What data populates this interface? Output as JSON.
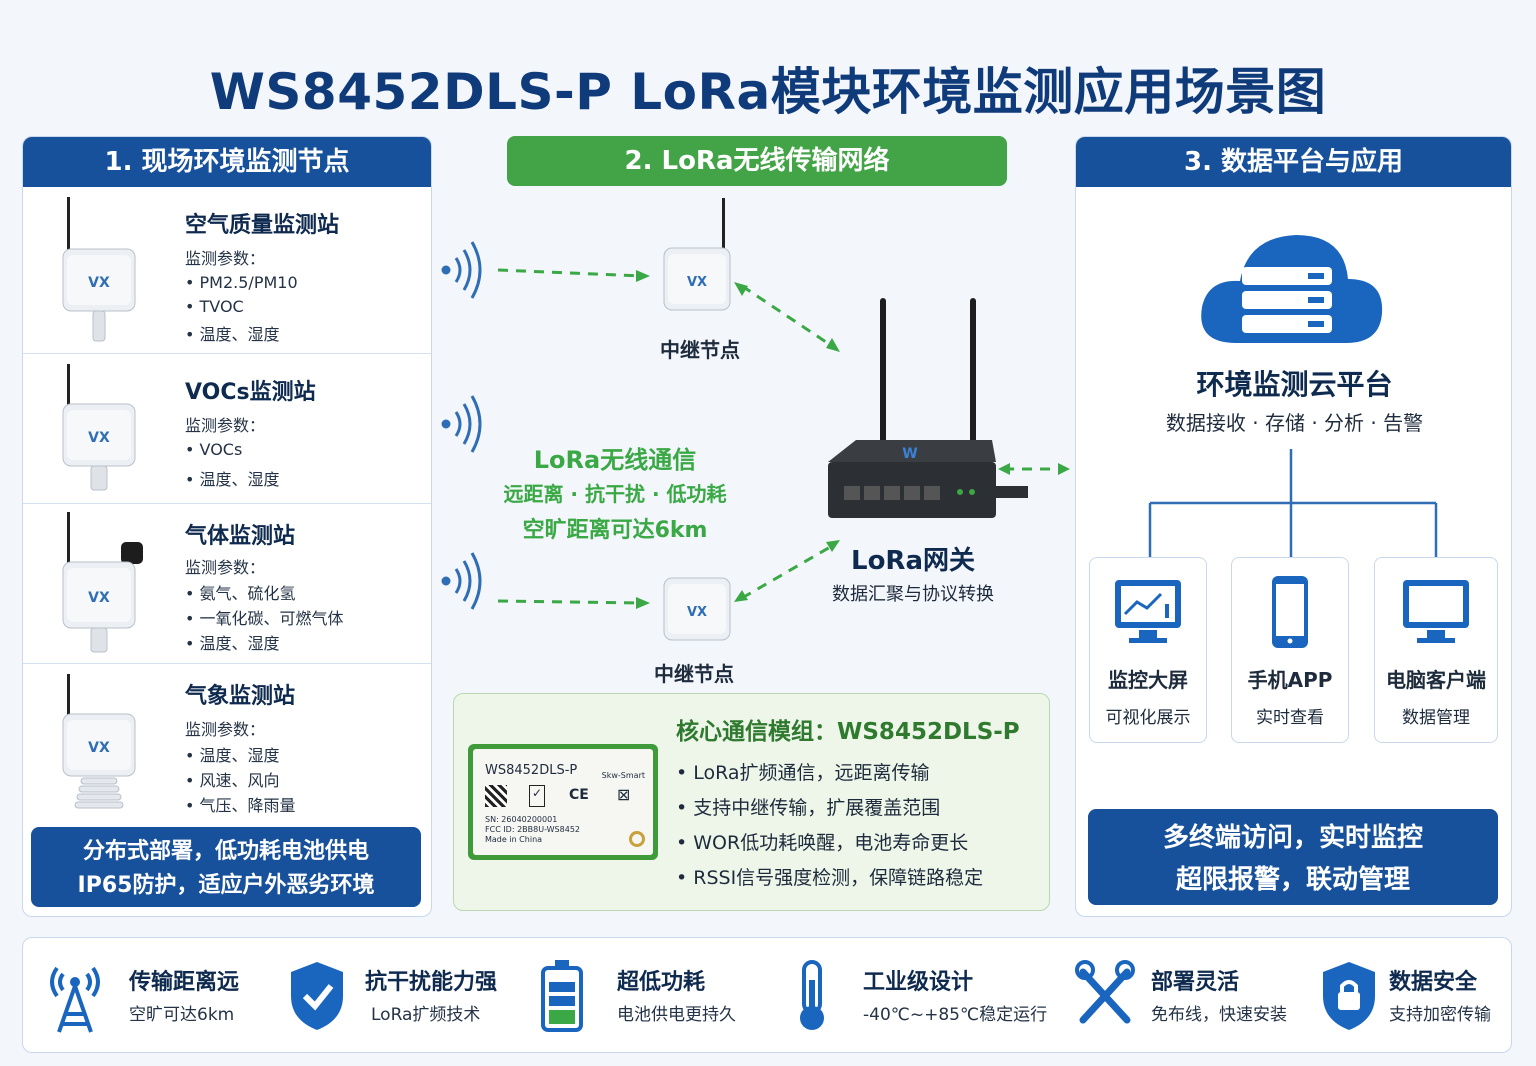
{
  "title": "WS8452DLS-P LoRa模块环境监测应用场景图",
  "colors": {
    "primary_blue": "#17509b",
    "green": "#43a447",
    "title_blue": "#0f3b7a"
  },
  "left": {
    "header": "1. 现场环境监测节点",
    "stations": [
      {
        "title": "空气质量监测站",
        "sub": "监测参数：",
        "items": [
          "• PM2.5/PM10",
          "• TVOC",
          "• 温度、湿度"
        ]
      },
      {
        "title": "VOCs监测站",
        "sub": "监测参数：",
        "items": [
          "• VOCs",
          "• 温度、湿度"
        ]
      },
      {
        "title": "气体监测站",
        "sub": "监测参数：",
        "items": [
          "• 氨气、硫化氢",
          "• 一氧化碳、可燃气体",
          "• 温度、湿度"
        ]
      },
      {
        "title": "气象监测站",
        "sub": "监测参数：",
        "items": [
          "• 温度、湿度",
          "• 风速、风向",
          "• 气压、降雨量"
        ]
      }
    ],
    "banner_line1": "分布式部署，低功耗电池供电",
    "banner_line2": "IP65防护，适应户外恶劣环境"
  },
  "center": {
    "header": "2. LoRa无线传输网络",
    "relay_top_label": "中继节点",
    "relay_bottom_label": "中继节点",
    "wireless_title": "LoRa无线通信",
    "wireless_line1": "远距离 · 抗干扰 · 低功耗",
    "wireless_line2": "空旷距离可达6km",
    "gateway_title": "LoRa网关",
    "gateway_sub": "数据汇聚与协议转换",
    "module": {
      "title": "核心通信模组：WS8452DLS-P",
      "chip_model": "WS8452DLS-P",
      "chip_brand": "Skw-Smart",
      "chip_sn": "SN: 26040200001",
      "chip_fcc": "FCC ID: 2BB8U-WS8452",
      "chip_origin": "Made in China",
      "features": [
        "• LoRa扩频通信，远距离传输",
        "• 支持中继传输，扩展覆盖范围",
        "• WOR低功耗唤醒，电池寿命更长",
        "• RSSI信号强度检测，保障链路稳定"
      ]
    }
  },
  "right": {
    "header": "3. 数据平台与应用",
    "cloud_title": "环境监测云平台",
    "cloud_sub": "数据接收 · 存储 · 分析 · 告警",
    "terminals": [
      {
        "title": "监控大屏",
        "sub": "可视化展示",
        "icon": "monitor-chart-icon"
      },
      {
        "title": "手机APP",
        "sub": "实时查看",
        "icon": "phone-icon"
      },
      {
        "title": "电脑客户端",
        "sub": "数据管理",
        "icon": "desktop-icon"
      }
    ],
    "banner_line1": "多终端访问，实时监控",
    "banner_line2": "超限报警，联动管理"
  },
  "features": [
    {
      "title": "传输距离远",
      "sub": "空旷可达6km",
      "icon": "antenna-tower-icon"
    },
    {
      "title": "抗干扰能力强",
      "sub": "LoRa扩频技术",
      "icon": "shield-check-icon"
    },
    {
      "title": "超低功耗",
      "sub": "电池供电更持久",
      "icon": "battery-icon"
    },
    {
      "title": "工业级设计",
      "sub": "-40℃~+85℃稳定运行",
      "icon": "thermometer-icon"
    },
    {
      "title": "部署灵活",
      "sub": "免布线，快速安装",
      "icon": "tools-icon"
    },
    {
      "title": "数据安全",
      "sub": "支持加密传输",
      "icon": "shield-lock-icon"
    }
  ]
}
